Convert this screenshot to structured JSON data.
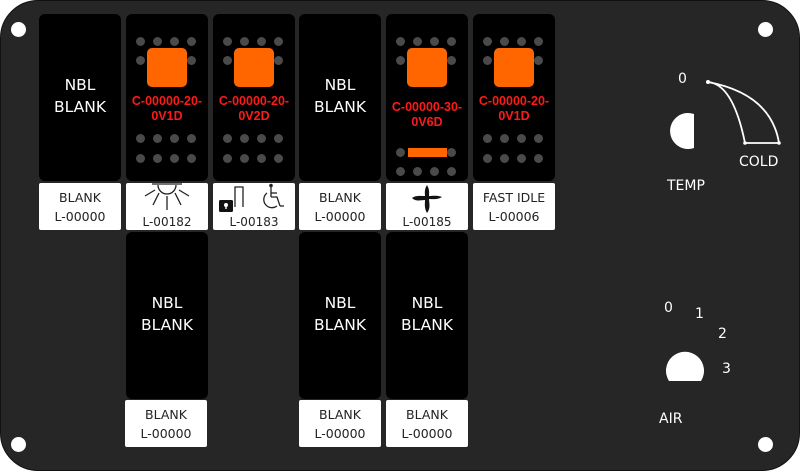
{
  "panel": {
    "switches": [
      {
        "id": "s1",
        "type": "blank",
        "face": [
          "NBL",
          "BLANK"
        ],
        "label": [
          "BLANK",
          "L-00000"
        ]
      },
      {
        "id": "s2",
        "type": "indicator",
        "code": [
          "C-00000-20-",
          "0V1D"
        ],
        "label_icon": "light-icon",
        "label_code": "L-00182"
      },
      {
        "id": "s3",
        "type": "indicator",
        "code": [
          "C-00000-20-",
          "0V2D"
        ],
        "label_icon": "lift-lock-wheelchair-icon",
        "label_code": "L-00183"
      },
      {
        "id": "s4",
        "type": "blank",
        "face": [
          "NBL",
          "BLANK"
        ],
        "label": [
          "BLANK",
          "L-00000"
        ]
      },
      {
        "id": "s5",
        "type": "indicator-bar",
        "code": [
          "C-00000-30-",
          "0V6D"
        ],
        "label_icon": "fan-icon",
        "label_code": "L-00185"
      },
      {
        "id": "s6",
        "type": "indicator",
        "code": [
          "C-00000-20-",
          "0V1D"
        ],
        "label": [
          "FAST IDLE",
          "L-00006"
        ]
      },
      {
        "id": "s7",
        "type": "blank",
        "face": [
          "NBL",
          "BLANK"
        ],
        "label": [
          "BLANK",
          "L-00000"
        ]
      },
      {
        "id": "s8",
        "type": "blank",
        "face": [
          "NBL",
          "BLANK"
        ],
        "label": [
          "BLANK",
          "L-00000"
        ]
      },
      {
        "id": "s9",
        "type": "blank",
        "face": [
          "NBL",
          "BLANK"
        ],
        "label": [
          "BLANK",
          "L-00000"
        ]
      }
    ],
    "temp_dial": {
      "label": "TEMP",
      "zero": "0",
      "end_label": "COLD"
    },
    "air_dial": {
      "label": "AIR",
      "positions": [
        "0",
        "1",
        "2",
        "3"
      ]
    },
    "colors": {
      "panel": "#262626",
      "switch": "#000000",
      "indicator": "#ff6600",
      "code_text": "#ff1a1a",
      "dot": "#4a4a4a"
    }
  }
}
